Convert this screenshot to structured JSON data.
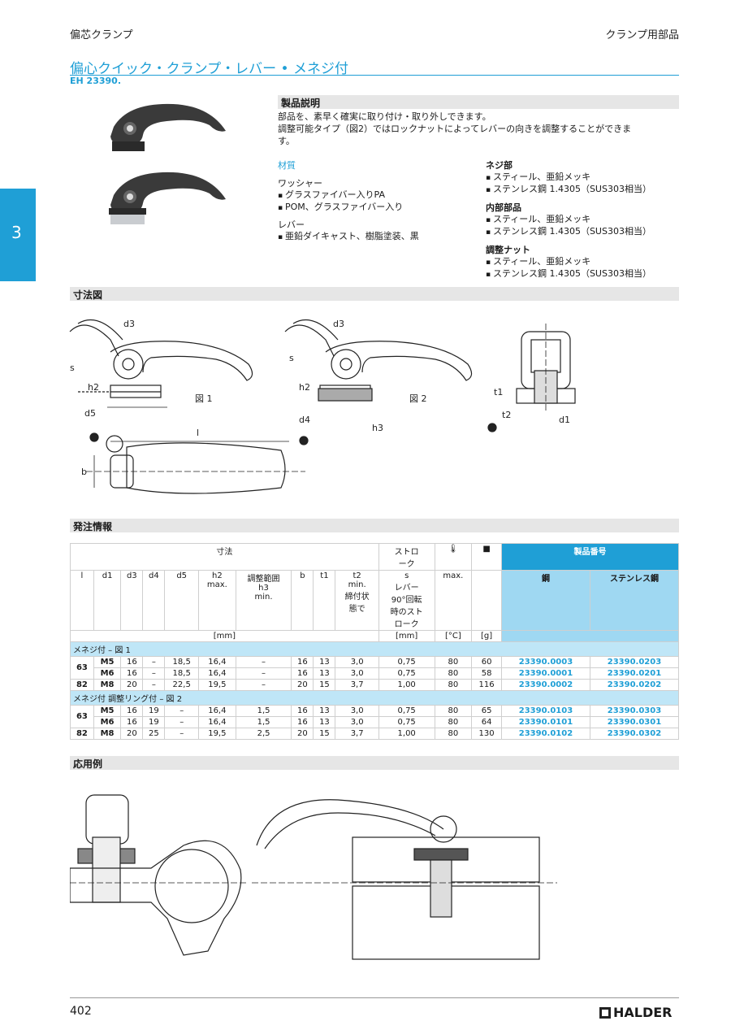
{
  "header": {
    "left": "偏芯クランプ",
    "right": "クランプ用部品"
  },
  "title": "偏心クイック・クランプ・レバー • メネジ付",
  "code": "EH 23390.",
  "side_tab": "3",
  "description": {
    "heading": "製品説明",
    "lines": [
      "部品を、素早く確実に取り付け・取り外しできます。",
      "調整可能タイプ（図2）ではロックナットによってレバーの向きを調整することができま",
      "す。"
    ]
  },
  "material": {
    "heading": "材質",
    "washer": {
      "label": "ワッシャー",
      "items": [
        "グラスファイバー入りPA",
        "POM、グラスファイバー入り"
      ]
    },
    "lever": {
      "label": "レバー",
      "items": [
        "亜鉛ダイキャスト、樹脂塗装、黒"
      ]
    },
    "thread": {
      "label": "ネジ部",
      "items": [
        "スティール、亜鉛メッキ",
        "ステンレス鋼 1.4305（SUS303相当）"
      ]
    },
    "internal": {
      "label": "内部部品",
      "items": [
        "スティール、亜鉛メッキ",
        "ステンレス鋼 1.4305（SUS303相当）"
      ]
    },
    "nut": {
      "label": "調整ナット",
      "items": [
        "スティール、亜鉛メッキ",
        "ステンレス鋼 1.4305（SUS303相当）"
      ]
    }
  },
  "drawing": {
    "heading": "寸法図",
    "fig1": "図 1",
    "fig2": "図 2",
    "labels": {
      "d3": "d3",
      "s": "s",
      "h2": "h2",
      "d5": "d5",
      "l": "l",
      "b": "b",
      "d4": "d4",
      "h3": "h3",
      "t1": "t1",
      "t2": "t2",
      "d1": "d1"
    }
  },
  "order": {
    "heading": "発注情報",
    "hdr_dims": "寸法",
    "hdr_stroke": "ストロ\nーク",
    "hdr_partno": "製品番号",
    "cols": [
      "l",
      "d1",
      "d3",
      "d4",
      "d5",
      "h2\nmax.",
      "調整範囲\nh3\nmin.",
      "b",
      "t1",
      "t2\nmin.\n締付状\n態で",
      "s\nレバー\n90°回転\n時のスト\nローク",
      "max.",
      "",
      "鋼",
      "ステンレス鋼"
    ],
    "unit_mm": "[mm]",
    "unit_mm2": "[mm]",
    "unit_c": "[°C]",
    "unit_g": "[g]",
    "group1": "メネジ付 – 図 1",
    "group2": "メネジ付 調整リング付 – 図 2",
    "rows1": [
      [
        "63",
        "M5",
        "16",
        "–",
        "18,5",
        "16,4",
        "–",
        "16",
        "13",
        "3,0",
        "0,75",
        "80",
        "60",
        "23390.0003",
        "23390.0203"
      ],
      [
        "",
        "M6",
        "16",
        "–",
        "18,5",
        "16,4",
        "–",
        "16",
        "13",
        "3,0",
        "0,75",
        "80",
        "58",
        "23390.0001",
        "23390.0201"
      ],
      [
        "82",
        "M8",
        "20",
        "–",
        "22,5",
        "19,5",
        "–",
        "20",
        "15",
        "3,7",
        "1,00",
        "80",
        "116",
        "23390.0002",
        "23390.0202"
      ]
    ],
    "rows2": [
      [
        "63",
        "M5",
        "16",
        "19",
        "–",
        "16,4",
        "1,5",
        "16",
        "13",
        "3,0",
        "0,75",
        "80",
        "65",
        "23390.0103",
        "23390.0303"
      ],
      [
        "",
        "M6",
        "16",
        "19",
        "–",
        "16,4",
        "1,5",
        "16",
        "13",
        "3,0",
        "0,75",
        "80",
        "64",
        "23390.0101",
        "23390.0301"
      ],
      [
        "82",
        "M8",
        "20",
        "25",
        "–",
        "19,5",
        "2,5",
        "20",
        "15",
        "3,7",
        "1,00",
        "80",
        "130",
        "23390.0102",
        "23390.0302"
      ]
    ]
  },
  "application": {
    "heading": "応用例"
  },
  "footer": {
    "page": "402",
    "brand": "HALDER"
  },
  "icons": [
    "thermometer-icon",
    "weight-icon",
    "halder-logo-icon"
  ],
  "colors": {
    "accent": "#1f9fd6",
    "light_blue": "#bfe6f7",
    "bar_grey": "#e6e6e6"
  }
}
